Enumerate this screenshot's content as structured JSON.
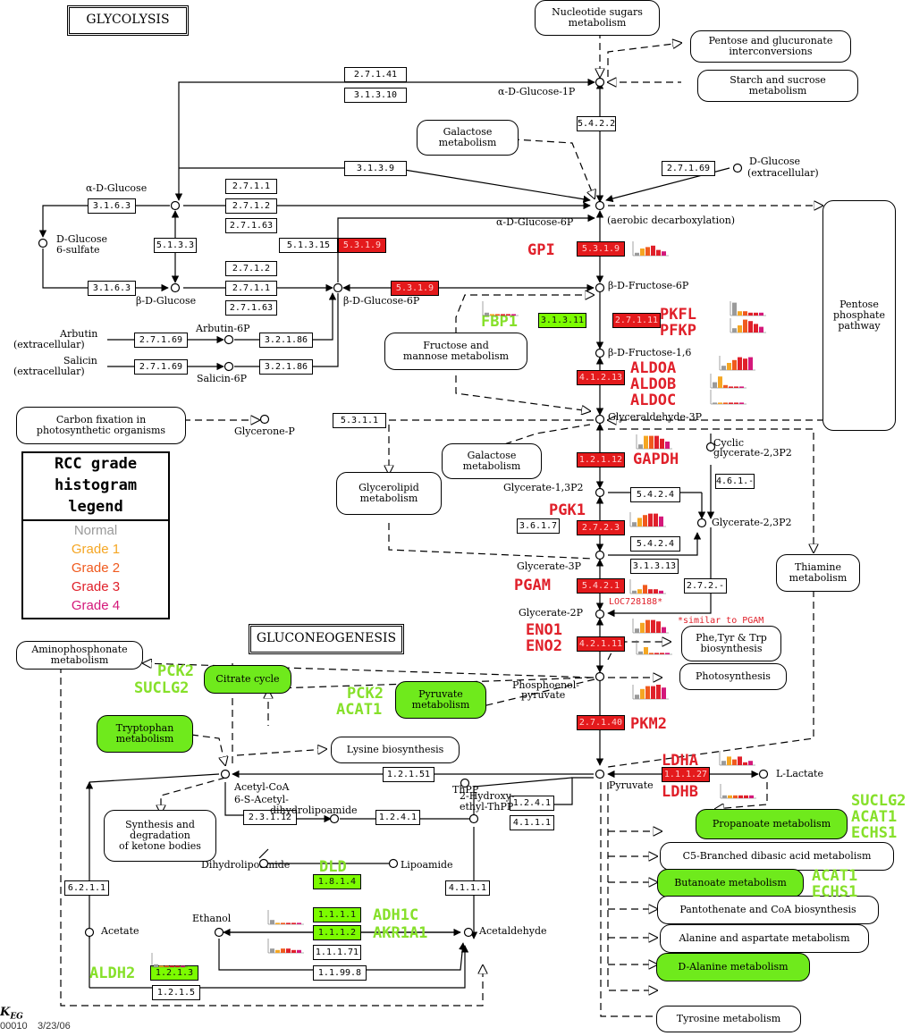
{
  "titles": {
    "glycolysis": "GLYCOLYSIS",
    "gluconeogenesis": "GLUCONEOGENESIS"
  },
  "legend": {
    "title_lines": [
      "RCC grade",
      "histogram",
      "legend"
    ],
    "items": [
      {
        "label": "Normal",
        "color": "#9a9a9a"
      },
      {
        "label": "Grade 1",
        "color": "#f5a623"
      },
      {
        "label": "Grade 2",
        "color": "#f05a1e"
      },
      {
        "label": "Grade 3",
        "color": "#e0202a"
      },
      {
        "label": "Grade 4",
        "color": "#d4187a"
      }
    ]
  },
  "footer": {
    "code": "00010",
    "date": "3/23/06"
  },
  "colors": {
    "up": "#e41a1c",
    "down": "#7cfc00",
    "gene_red": "#e0202a",
    "gene_green": "#86e02a"
  },
  "ec": [
    {
      "id": "e1",
      "text": "2.7.1.41",
      "state": "none"
    },
    {
      "id": "e2",
      "text": "3.1.3.10",
      "state": "none"
    },
    {
      "id": "e3",
      "text": "5.4.2.2",
      "state": "none"
    },
    {
      "id": "e4",
      "text": "3.1.3.9",
      "state": "none"
    },
    {
      "id": "e5",
      "text": "2.7.1.69",
      "state": "none"
    },
    {
      "id": "e6",
      "text": "3.1.6.3",
      "state": "none"
    },
    {
      "id": "e7",
      "text": "2.7.1.1",
      "state": "none"
    },
    {
      "id": "e8",
      "text": "2.7.1.2",
      "state": "none"
    },
    {
      "id": "e9",
      "text": "2.7.1.63",
      "state": "none"
    },
    {
      "id": "e10",
      "text": "5.1.3.3",
      "state": "none"
    },
    {
      "id": "e11",
      "text": "5.1.3.15",
      "state": "none"
    },
    {
      "id": "e12",
      "text": "5.3.1.9",
      "state": "up"
    },
    {
      "id": "e13",
      "text": "5.3.1.9",
      "state": "up"
    },
    {
      "id": "e14",
      "text": "3.1.6.3",
      "state": "none"
    },
    {
      "id": "e15",
      "text": "2.7.1.2",
      "state": "none"
    },
    {
      "id": "e16",
      "text": "2.7.1.1",
      "state": "none"
    },
    {
      "id": "e17",
      "text": "2.7.1.63",
      "state": "none"
    },
    {
      "id": "e18",
      "text": "5.3.1.9",
      "state": "up"
    },
    {
      "id": "e19",
      "text": "3.1.3.11",
      "state": "down"
    },
    {
      "id": "e20",
      "text": "2.7.1.11",
      "state": "up"
    },
    {
      "id": "e21",
      "text": "2.7.1.69",
      "state": "none"
    },
    {
      "id": "e22",
      "text": "3.2.1.86",
      "state": "none"
    },
    {
      "id": "e23",
      "text": "2.7.1.69",
      "state": "none"
    },
    {
      "id": "e24",
      "text": "3.2.1.86",
      "state": "none"
    },
    {
      "id": "e25",
      "text": "4.1.2.13",
      "state": "up"
    },
    {
      "id": "e26",
      "text": "5.3.1.1",
      "state": "none"
    },
    {
      "id": "e27",
      "text": "1.2.1.12",
      "state": "up"
    },
    {
      "id": "e28",
      "text": "4.6.1.-",
      "state": "none"
    },
    {
      "id": "e29",
      "text": "5.4.2.4",
      "state": "none"
    },
    {
      "id": "e30",
      "text": "3.6.1.7",
      "state": "none"
    },
    {
      "id": "e31",
      "text": "2.7.2.3",
      "state": "up"
    },
    {
      "id": "e32",
      "text": "5.4.2.4",
      "state": "none"
    },
    {
      "id": "e33",
      "text": "3.1.3.13",
      "state": "none"
    },
    {
      "id": "e34",
      "text": "5.4.2.1",
      "state": "up"
    },
    {
      "id": "e35",
      "text": "2.7.2.-",
      "state": "none"
    },
    {
      "id": "e36",
      "text": "4.2.1.11",
      "state": "up"
    },
    {
      "id": "e37",
      "text": "2.7.1.40",
      "state": "up"
    },
    {
      "id": "e38",
      "text": "1.2.1.51",
      "state": "none"
    },
    {
      "id": "e39",
      "text": "1.1.1.27",
      "state": "up"
    },
    {
      "id": "e40",
      "text": "1.2.4.1",
      "state": "none"
    },
    {
      "id": "e41",
      "text": "2.3.1.12",
      "state": "none"
    },
    {
      "id": "e42",
      "text": "1.2.4.1",
      "state": "none"
    },
    {
      "id": "e43",
      "text": "4.1.1.1",
      "state": "none"
    },
    {
      "id": "e44",
      "text": "1.8.1.4",
      "state": "down"
    },
    {
      "id": "e45",
      "text": "4.1.1.1",
      "state": "none"
    },
    {
      "id": "e46",
      "text": "6.2.1.1",
      "state": "none"
    },
    {
      "id": "e47",
      "text": "1.1.1.1",
      "state": "down"
    },
    {
      "id": "e48",
      "text": "1.1.1.2",
      "state": "down"
    },
    {
      "id": "e49",
      "text": "1.1.1.71",
      "state": "none"
    },
    {
      "id": "e50",
      "text": "1.1.99.8",
      "state": "none"
    },
    {
      "id": "e51",
      "text": "1.2.1.3",
      "state": "down"
    },
    {
      "id": "e52",
      "text": "1.2.1.5",
      "state": "none"
    }
  ],
  "pathways": [
    {
      "id": "p1",
      "lines": [
        "Nucleotide sugars",
        "metabolism"
      ],
      "state": "none"
    },
    {
      "id": "p2",
      "lines": [
        "Pentose and glucuronate",
        "interconversions"
      ],
      "state": "none"
    },
    {
      "id": "p3",
      "lines": [
        "Starch and sucrose",
        "metabolism"
      ],
      "state": "none"
    },
    {
      "id": "p4",
      "lines": [
        "Galactose",
        "metabolism"
      ],
      "state": "none"
    },
    {
      "id": "p5",
      "lines": [
        "Pentose",
        "phosphate",
        "pathway"
      ],
      "state": "none"
    },
    {
      "id": "p6",
      "lines": [
        "Fructose and",
        "mannose metabolism"
      ],
      "state": "none"
    },
    {
      "id": "p7",
      "lines": [
        "Carbon fixation in",
        "photosynthetic organisms"
      ],
      "state": "none"
    },
    {
      "id": "p8",
      "lines": [
        "Galactose",
        "metabolism"
      ],
      "state": "none"
    },
    {
      "id": "p9",
      "lines": [
        "Glycerolipid",
        "metabolism"
      ],
      "state": "none"
    },
    {
      "id": "p10",
      "lines": [
        "Thiamine",
        "metabolism"
      ],
      "state": "none"
    },
    {
      "id": "p11",
      "lines": [
        "Phe,Tyr & Trp",
        "biosynthesis"
      ],
      "state": "none"
    },
    {
      "id": "p12",
      "lines": [
        "Photosynthesis"
      ],
      "state": "none"
    },
    {
      "id": "p13",
      "lines": [
        "Aminophosphonate",
        "metabolism"
      ],
      "state": "none"
    },
    {
      "id": "p14",
      "lines": [
        "Citrate cycle"
      ],
      "state": "green"
    },
    {
      "id": "p15",
      "lines": [
        "Pyruvate",
        "metabolism"
      ],
      "state": "green"
    },
    {
      "id": "p16",
      "lines": [
        "Tryptophan",
        "metabolism"
      ],
      "state": "green"
    },
    {
      "id": "p17",
      "lines": [
        "Lysine biosynthesis"
      ],
      "state": "none"
    },
    {
      "id": "p18",
      "lines": [
        "Synthesis and",
        "degradation",
        "of ketone bodies"
      ],
      "state": "none"
    },
    {
      "id": "p19",
      "lines": [
        "Propanoate metabolism"
      ],
      "state": "green"
    },
    {
      "id": "p20",
      "lines": [
        "C5-Branched dibasic acid metabolism"
      ],
      "state": "none"
    },
    {
      "id": "p21",
      "lines": [
        "Butanoate metabolism"
      ],
      "state": "green"
    },
    {
      "id": "p22",
      "lines": [
        "Pantothenate and CoA biosynthesis"
      ],
      "state": "none"
    },
    {
      "id": "p23",
      "lines": [
        "Alanine and aspartate metabolism"
      ],
      "state": "none"
    },
    {
      "id": "p24",
      "lines": [
        "D-Alanine metabolism"
      ],
      "state": "green"
    },
    {
      "id": "p25",
      "lines": [
        "Tyrosine metabolism"
      ],
      "state": "none"
    }
  ],
  "compounds": [
    {
      "id": "c1",
      "text": "α-D-Glucose-1P"
    },
    {
      "id": "c2",
      "text": "D-Glucose"
    },
    {
      "id": "c3",
      "text": "(extracellular)"
    },
    {
      "id": "c4",
      "text": "α-D-Glucose"
    },
    {
      "id": "c5",
      "text": "α-D-Glucose-6P"
    },
    {
      "id": "c6",
      "text": "(aerobic decarboxylation)"
    },
    {
      "id": "c7",
      "text": "D-Glucose"
    },
    {
      "id": "c8",
      "text": "6-sulfate"
    },
    {
      "id": "c9",
      "text": "β-D-Glucose"
    },
    {
      "id": "c10",
      "text": "β-D-Glucose-6P"
    },
    {
      "id": "c11",
      "text": "β-D-Fructose-6P"
    },
    {
      "id": "c12",
      "text": "Arbutin"
    },
    {
      "id": "c13",
      "text": "(extracellular)"
    },
    {
      "id": "c14",
      "text": "Arbutin-6P"
    },
    {
      "id": "c15",
      "text": "Salicin"
    },
    {
      "id": "c16",
      "text": "(extracellular)"
    },
    {
      "id": "c17",
      "text": "Salicin-6P"
    },
    {
      "id": "c18",
      "text": "β-D-Fructose-1,6"
    },
    {
      "id": "c19",
      "text": "Glyceraldehyde-3P"
    },
    {
      "id": "c20",
      "text": "Glycerone-P"
    },
    {
      "id": "c21",
      "text": "Cyclic"
    },
    {
      "id": "c22",
      "text": "glycerate-2,3P2"
    },
    {
      "id": "c23",
      "text": "Glycerate-1,3P2"
    },
    {
      "id": "c24",
      "text": "Glycerate-2,3P2"
    },
    {
      "id": "c25",
      "text": "Glycerate-3P"
    },
    {
      "id": "c26",
      "text": "Glycerate-2P"
    },
    {
      "id": "c27",
      "text": "Phosphoenol-"
    },
    {
      "id": "c28",
      "text": "pyruvate"
    },
    {
      "id": "c29",
      "text": "Acetyl-CoA"
    },
    {
      "id": "c30",
      "text": "ThPP"
    },
    {
      "id": "c31",
      "text": "6-S-Acetyl-"
    },
    {
      "id": "c32",
      "text": "dihydrolipoamide"
    },
    {
      "id": "c33",
      "text": "2-Hydroxy-"
    },
    {
      "id": "c34",
      "text": "ethyl-ThPP"
    },
    {
      "id": "c35",
      "text": "Pyruvate"
    },
    {
      "id": "c36",
      "text": "L-Lactate"
    },
    {
      "id": "c37",
      "text": "Dihydrolipoamide"
    },
    {
      "id": "c38",
      "text": "Lipoamide"
    },
    {
      "id": "c39",
      "text": "Ethanol"
    },
    {
      "id": "c40",
      "text": "Acetate"
    },
    {
      "id": "c41",
      "text": "Acetaldehyde"
    }
  ],
  "genes": [
    {
      "id": "g1",
      "text": "GPI",
      "color": "red"
    },
    {
      "id": "g2",
      "text": "FBP1",
      "color": "green"
    },
    {
      "id": "g3",
      "text": "PKFL",
      "color": "red"
    },
    {
      "id": "g4",
      "text": "PFKP",
      "color": "red"
    },
    {
      "id": "g5",
      "text": "ALDOA",
      "color": "red"
    },
    {
      "id": "g6",
      "text": "ALDOB",
      "color": "red"
    },
    {
      "id": "g7",
      "text": "ALDOC",
      "color": "red"
    },
    {
      "id": "g8",
      "text": "GAPDH",
      "color": "red"
    },
    {
      "id": "g9",
      "text": "PGK1",
      "color": "red"
    },
    {
      "id": "g10",
      "text": "PGAM",
      "color": "red"
    },
    {
      "id": "g11",
      "text": "ENO1",
      "color": "red"
    },
    {
      "id": "g12",
      "text": "ENO2",
      "color": "red"
    },
    {
      "id": "g13",
      "text": "PKM2",
      "color": "red"
    },
    {
      "id": "g14",
      "text": "LDHA",
      "color": "red"
    },
    {
      "id": "g15",
      "text": "LDHB",
      "color": "red"
    },
    {
      "id": "g16",
      "text": "PCK2",
      "color": "green"
    },
    {
      "id": "g17",
      "text": "SUCLG2",
      "color": "green"
    },
    {
      "id": "g18",
      "text": "PCK2",
      "color": "green"
    },
    {
      "id": "g19",
      "text": "ACAT1",
      "color": "green"
    },
    {
      "id": "g20",
      "text": "SUCLG2",
      "color": "green"
    },
    {
      "id": "g21",
      "text": "ACAT1",
      "color": "green"
    },
    {
      "id": "g22",
      "text": "ECHS1",
      "color": "green"
    },
    {
      "id": "g23",
      "text": "ACAT1",
      "color": "green"
    },
    {
      "id": "g24",
      "text": "ECHS1",
      "color": "green"
    },
    {
      "id": "g25",
      "text": "DLD",
      "color": "green"
    },
    {
      "id": "g26",
      "text": "ADH1C",
      "color": "green"
    },
    {
      "id": "g27",
      "text": "AKR1A1",
      "color": "green"
    },
    {
      "id": "g28",
      "text": "ALDH2",
      "color": "green"
    }
  ],
  "notes": [
    {
      "id": "n1",
      "text": "LOC728188*"
    },
    {
      "id": "n2",
      "text": "*similar to PGAM"
    }
  ],
  "histograms": [
    {
      "id": "h1",
      "values": [
        0.2,
        0.5,
        0.6,
        0.7,
        0.4,
        0.3
      ]
    },
    {
      "id": "h2",
      "values": [
        0.2,
        0.1,
        0.1,
        0.1,
        0.1,
        0.1
      ]
    },
    {
      "id": "h3",
      "values": [
        0.9,
        0.3,
        0.3,
        0.2,
        0.2,
        0.2
      ]
    },
    {
      "id": "h4",
      "values": [
        0.3,
        0.5,
        0.9,
        0.8,
        0.6,
        0.4
      ]
    },
    {
      "id": "h5",
      "values": [
        0.3,
        0.5,
        0.7,
        0.9,
        0.8,
        0.9
      ]
    },
    {
      "id": "h6",
      "values": [
        0.4,
        0.8,
        0.2,
        0.1,
        0.1,
        0.1
      ]
    },
    {
      "id": "h7",
      "values": [
        0.1,
        0.1,
        0.1,
        0.1,
        0.1,
        0.1
      ]
    },
    {
      "id": "h8",
      "values": [
        0.3,
        0.9,
        0.9,
        0.9,
        0.7,
        0.5
      ]
    },
    {
      "id": "h9",
      "values": [
        0.3,
        0.6,
        0.8,
        0.9,
        0.9,
        0.7
      ]
    },
    {
      "id": "h10",
      "values": [
        0.2,
        0.3,
        0.6,
        0.3,
        0.3,
        0.2
      ]
    },
    {
      "id": "h11",
      "values": [
        0.3,
        0.7,
        0.9,
        0.9,
        0.8,
        0.4
      ]
    },
    {
      "id": "h12",
      "values": [
        0.3,
        0.7,
        0.9,
        0.9,
        1.0,
        0.8
      ]
    },
    {
      "id": "h13",
      "values": [
        0.3,
        0.6,
        0.4,
        0.6,
        0.2,
        0.3
      ]
    },
    {
      "id": "h14",
      "values": [
        0.2,
        0.2,
        0.2,
        0.2,
        0.2,
        0.2
      ]
    },
    {
      "id": "h15",
      "values": [
        0.2,
        0.5,
        0.1,
        0.1,
        0.1,
        0.1
      ]
    },
    {
      "id": "h16",
      "values": [
        0.3,
        0.1,
        0.1,
        0.1,
        0.1,
        0.1
      ]
    },
    {
      "id": "h17",
      "values": [
        0.3,
        0.2,
        0.3,
        0.3,
        0.2,
        0.2
      ]
    },
    {
      "id": "h18",
      "values": [
        0.2,
        0.1,
        0.1,
        0.1,
        0.1,
        0.1
      ]
    }
  ]
}
